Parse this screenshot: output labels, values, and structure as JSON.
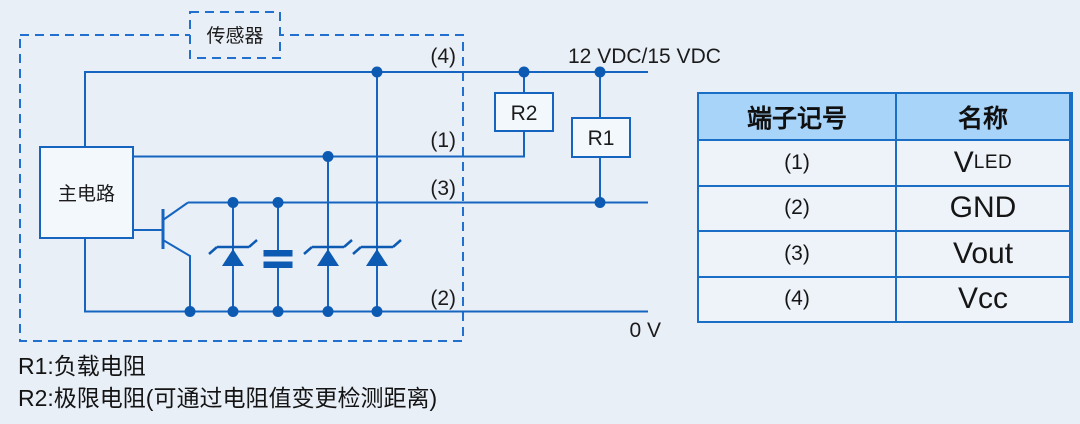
{
  "diagram": {
    "sensor_label": "传感器",
    "main_circuit_label": "主电路",
    "pin_labels": {
      "p1": "(1)",
      "p2": "(2)",
      "p3": "(3)",
      "p4": "(4)"
    },
    "r1_label": "R1",
    "r2_label": "R2",
    "supply_label": "12 VDC/15 VDC",
    "ground_label": "0 V",
    "colors": {
      "wire": "#1565c0",
      "junction": "#0d5ab2",
      "dashed_border": "#2170cf",
      "box_fill": "#f3f8fd",
      "background": "#e9eff7"
    }
  },
  "notes": {
    "line1": "R1:负载电阻",
    "line2": "R2:极限电阻(可通过电阻值变更检测距离)"
  },
  "table": {
    "headers": [
      "端子记号",
      "名称"
    ],
    "border_color": "#1a6ec5",
    "header_bg": "#a8d4fa",
    "body_bg": "#eef3fa",
    "rows": [
      {
        "mark": "(1)",
        "name": "V",
        "name_sub": "LED"
      },
      {
        "mark": "(2)",
        "name": "GND",
        "name_sub": ""
      },
      {
        "mark": "(3)",
        "name": "Vout",
        "name_sub": ""
      },
      {
        "mark": "(4)",
        "name": "Vcc",
        "name_sub": ""
      }
    ]
  }
}
